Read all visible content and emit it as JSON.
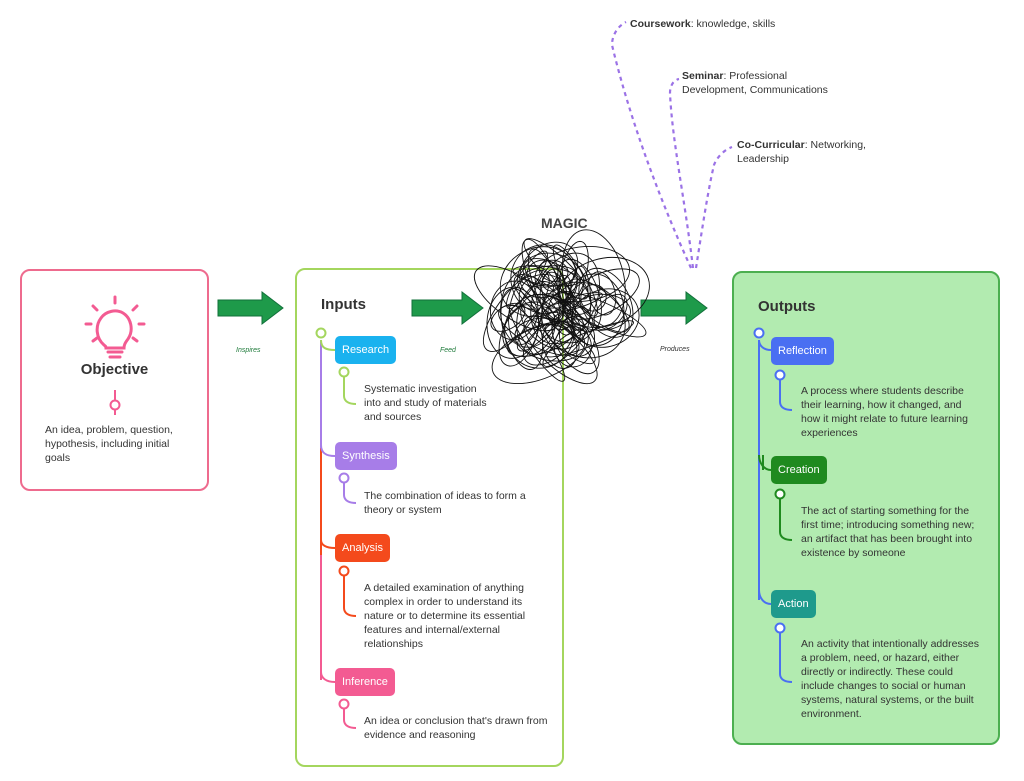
{
  "objective": {
    "title": "Objective",
    "description": "An idea, problem, question, hypothesis, including initial goals",
    "icon": "lightbulb-icon"
  },
  "arrows": {
    "inspires": "Inspires",
    "feed": "Feed",
    "produces": "Produces"
  },
  "inputs": {
    "title": "Inputs",
    "items": [
      {
        "label": "Research",
        "description": "Systematic investigation into and study of materials and sources",
        "color": "#1ab2ef"
      },
      {
        "label": "Synthesis",
        "description": "The combination of ideas to form a theory or system",
        "color": "#a77de8"
      },
      {
        "label": "Analysis",
        "description": "A detailed examination of anything complex in order to understand its nature or to determine its essential features and internal/external relationships",
        "color": "#f44a1c"
      },
      {
        "label": "Inference",
        "description": "An idea or conclusion that's drawn from evidence and reasoning",
        "color": "#f35b92"
      }
    ]
  },
  "magic": {
    "title": "MAGIC",
    "sources": [
      {
        "name": "Coursework",
        "detail": ": knowledge, skills"
      },
      {
        "name": "Seminar",
        "detail": ": Professional Development, Communications"
      },
      {
        "name": "Co-Curricular",
        "detail": ": Networking, Leadership"
      }
    ]
  },
  "outputs": {
    "title": "Outputs",
    "items": [
      {
        "label": "Reflection",
        "description": "A process where students describe their learning, how it changed, and how it might relate to future learning experiences",
        "color": "#4a6ff2"
      },
      {
        "label": "Creation",
        "description": "The act of starting something for the first time; introducing something new; an artifact that has been brought into existence by someone",
        "color": "#1f8a1f"
      },
      {
        "label": "Action",
        "description": "An activity that intentionally addresses a problem, need, or hazard, either directly or indirectly. These could include changes to social or human systems, natural systems, or the built environment.",
        "color": "#1e9a8c"
      }
    ]
  },
  "colors": {
    "objective_border": "#ee6b8e",
    "inputs_border": "#a4d65e",
    "outputs_border": "#4caf50",
    "outputs_fill": "#b2ebb0",
    "arrow": "#1e9a4a",
    "magic_lines": "#9b72e6"
  }
}
